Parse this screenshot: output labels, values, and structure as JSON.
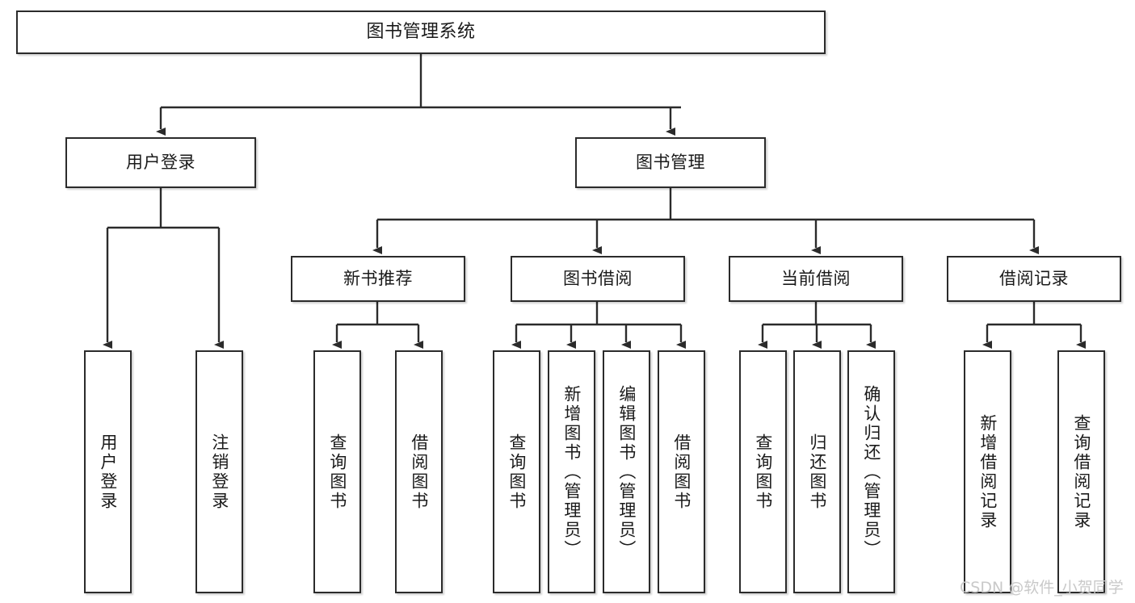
{
  "diagram": {
    "title": "图书管理系统",
    "type": "tree-hierarchy-chart",
    "watermark": "CSDN @软件_小贺同学",
    "colors": {
      "box_border": "#2b2b2b",
      "box_fill": "#ffffff",
      "edge": "#2b2b2b",
      "text": "#1a1a1a",
      "watermark": "#c9c9c9",
      "background": "#ffffff"
    },
    "nodes": {
      "root": {
        "label": "图书管理系统"
      },
      "level2": [
        {
          "id": "user-login",
          "label": "用户登录"
        },
        {
          "id": "book-management",
          "label": "图书管理"
        }
      ],
      "level3": [
        {
          "id": "new-book-recommend",
          "label": "新书推荐"
        },
        {
          "id": "book-borrow",
          "label": "图书借阅"
        },
        {
          "id": "current-borrow",
          "label": "当前借阅"
        },
        {
          "id": "borrow-record",
          "label": "借阅记录"
        }
      ],
      "leaves": {
        "user-login": [
          {
            "id": "leaf-user-login",
            "label": "用户登录"
          },
          {
            "id": "leaf-logout-login",
            "label": "注销登录"
          }
        ],
        "new-book-recommend": [
          {
            "id": "leaf-query-book-1",
            "label": "查询图书"
          },
          {
            "id": "leaf-borrow-book-1",
            "label": "借阅图书"
          }
        ],
        "book-borrow": [
          {
            "id": "leaf-query-book-2",
            "label": "查询图书"
          },
          {
            "id": "leaf-add-book",
            "label": "新增图书（管理员）"
          },
          {
            "id": "leaf-edit-book",
            "label": "编辑图书（管理员）"
          },
          {
            "id": "leaf-borrow-book-2",
            "label": "借阅图书"
          }
        ],
        "current-borrow": [
          {
            "id": "leaf-query-book-3",
            "label": "查询图书"
          },
          {
            "id": "leaf-return-book",
            "label": "归还图书"
          },
          {
            "id": "leaf-confirm-return",
            "label": "确认归还（管理员）"
          }
        ],
        "borrow-record": [
          {
            "id": "leaf-add-record",
            "label": "新增借阅记录"
          },
          {
            "id": "leaf-query-record",
            "label": "查询借阅记录"
          }
        ]
      }
    }
  }
}
